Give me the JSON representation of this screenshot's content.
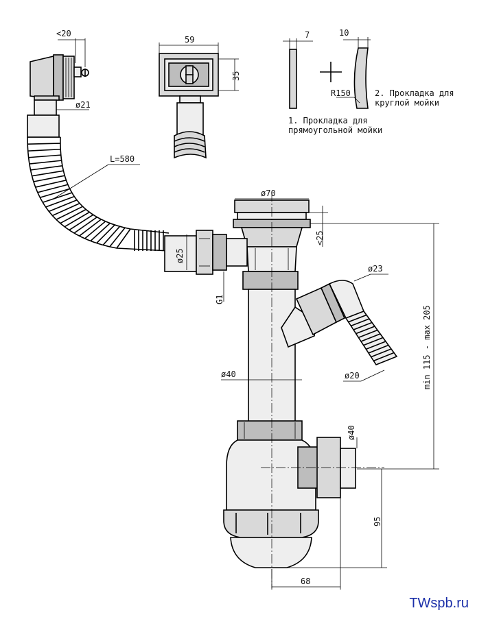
{
  "dimensions": {
    "lt20": "<20",
    "d21": "ø21",
    "w59": "59",
    "h35": "35",
    "t7": "7",
    "t10": "10",
    "r150": "R150",
    "l580": "L=580",
    "d70": "ø70",
    "lt25": "<25",
    "d25": "ø25",
    "g1": "G1",
    "d23": "ø23",
    "range": "min 115 - max 205",
    "d40_main": "ø40",
    "d20": "ø20",
    "d40_side": "ø40",
    "h95": "95",
    "w68": "68"
  },
  "labels": {
    "gasket1_line1": "1. Прокладка для",
    "gasket1_line2": "прямоугольной мойки",
    "gasket2_line1": "2. Прокладка для",
    "gasket2_line2": "круглой мойки"
  },
  "brand": "TWspb.ru",
  "colors": {
    "line": "#000000",
    "part_fill": "#d9d9d9",
    "brand": "#1a2ea8"
  }
}
